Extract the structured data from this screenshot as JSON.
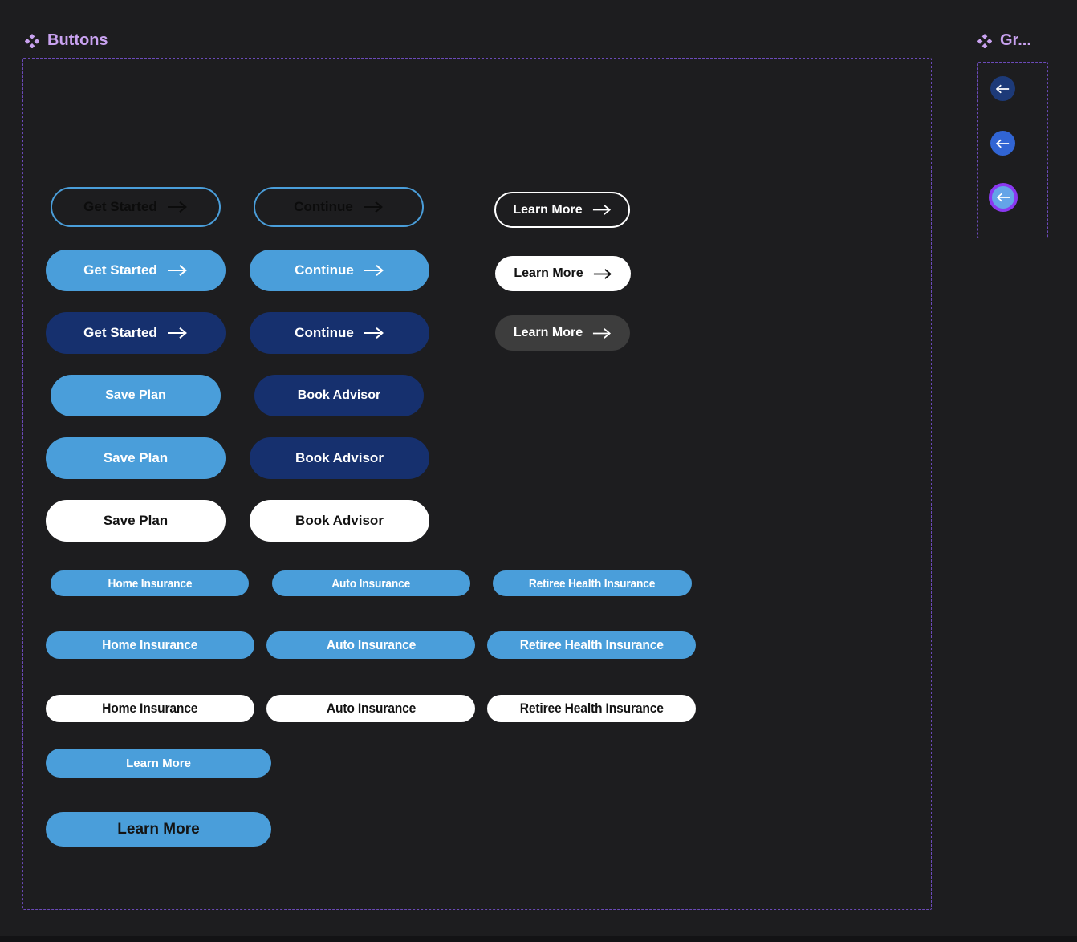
{
  "sections": {
    "buttons_title": "Buttons",
    "group_title": "Gr..."
  },
  "labels": {
    "get_started": "Get Started",
    "continue": "Continue",
    "learn_more": "Learn More",
    "save_plan": "Save Plan",
    "book_advisor": "Book Advisor",
    "home_insurance": "Home Insurance",
    "auto_insurance": "Auto Insurance",
    "retiree_health_insurance": "Retiree Health Insurance"
  },
  "colors": {
    "background": "#1d1d1f",
    "light_blue": "#4a9eda",
    "navy": "#16306e",
    "circle_navy": "#1d3a78",
    "royal_blue": "#3165d4",
    "white": "#ffffff",
    "dark_gray_button": "#3d3d3d",
    "section_outline_purple": "#6b4ab8",
    "section_title_purple": "#c9a2f0",
    "selected_ring_purple": "#8a38f0",
    "selected_fill_blue": "#64a4e8"
  }
}
